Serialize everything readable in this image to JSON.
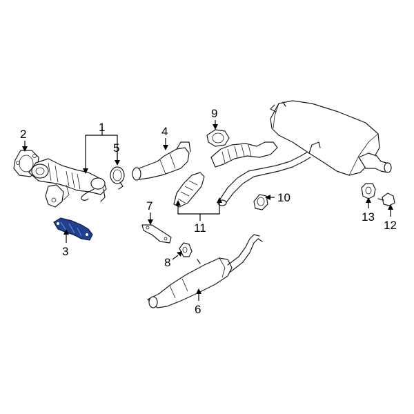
{
  "callouts": [
    {
      "id": "1",
      "label": "1"
    },
    {
      "id": "2",
      "label": "2"
    },
    {
      "id": "3",
      "label": "3"
    },
    {
      "id": "4",
      "label": "4"
    },
    {
      "id": "5",
      "label": "5"
    },
    {
      "id": "6",
      "label": "6"
    },
    {
      "id": "7",
      "label": "7"
    },
    {
      "id": "8",
      "label": "8"
    },
    {
      "id": "9",
      "label": "9"
    },
    {
      "id": "10",
      "label": "10"
    },
    {
      "id": "11",
      "label": "11"
    },
    {
      "id": "12",
      "label": "12"
    },
    {
      "id": "13",
      "label": "13"
    }
  ],
  "highlight_color": "#1f3f8f"
}
